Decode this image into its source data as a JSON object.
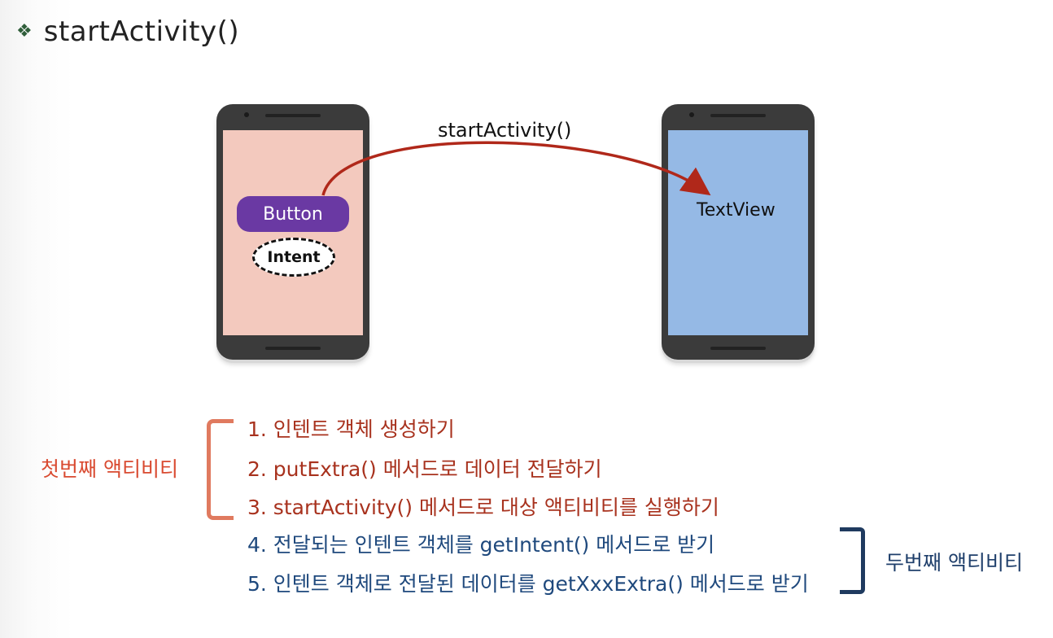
{
  "heading": {
    "bullet": "❖",
    "title": "startActivity()"
  },
  "diagram": {
    "arrow_label": "startActivity()",
    "button_label": "Button",
    "intent_label": "Intent",
    "textview_label": "TextView",
    "left_screen_color": "#f3c9be",
    "right_screen_color": "#95b9e5",
    "button_color": "#6a39a3",
    "arrow_color": "#b0281a"
  },
  "steps": [
    "1.  인텐트 객체 생성하기",
    "2. putExtra() 메서드로 데이터 전달하기",
    "3. startActivity() 메서드로 대상 액티비티를 실행하기",
    "4. 전달되는 인텐트 객체를 getIntent() 메서드로 받기",
    "5. 인텐트 객체로 전달된 데이터를 getXxxExtra() 메서드로 받기"
  ],
  "groups": {
    "first": "첫번째 액티비티",
    "second": "두번째 액티비티"
  }
}
